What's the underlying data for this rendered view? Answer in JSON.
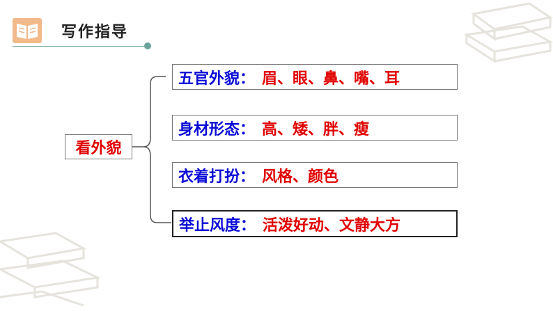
{
  "header": {
    "title": "写作指导",
    "icon": "open-book-icon",
    "accent_color": "#f2b98a",
    "line_color": "#6aa39b"
  },
  "mindmap": {
    "root": "看外貌",
    "branches": [
      {
        "key": "五官外貌：",
        "value": "眉、眼、鼻、嘴、耳"
      },
      {
        "key": "身材形态：",
        "value": "高、矮、胖、瘦"
      },
      {
        "key": "衣着打扮：",
        "value": "风格、颜色"
      },
      {
        "key": "举止风度：",
        "value": "活泼好动、文静大方"
      }
    ]
  },
  "colors": {
    "label": "#0a0ad6",
    "value": "#e00000"
  },
  "decorations": [
    "book-stack-icon",
    "book-stack-icon"
  ]
}
